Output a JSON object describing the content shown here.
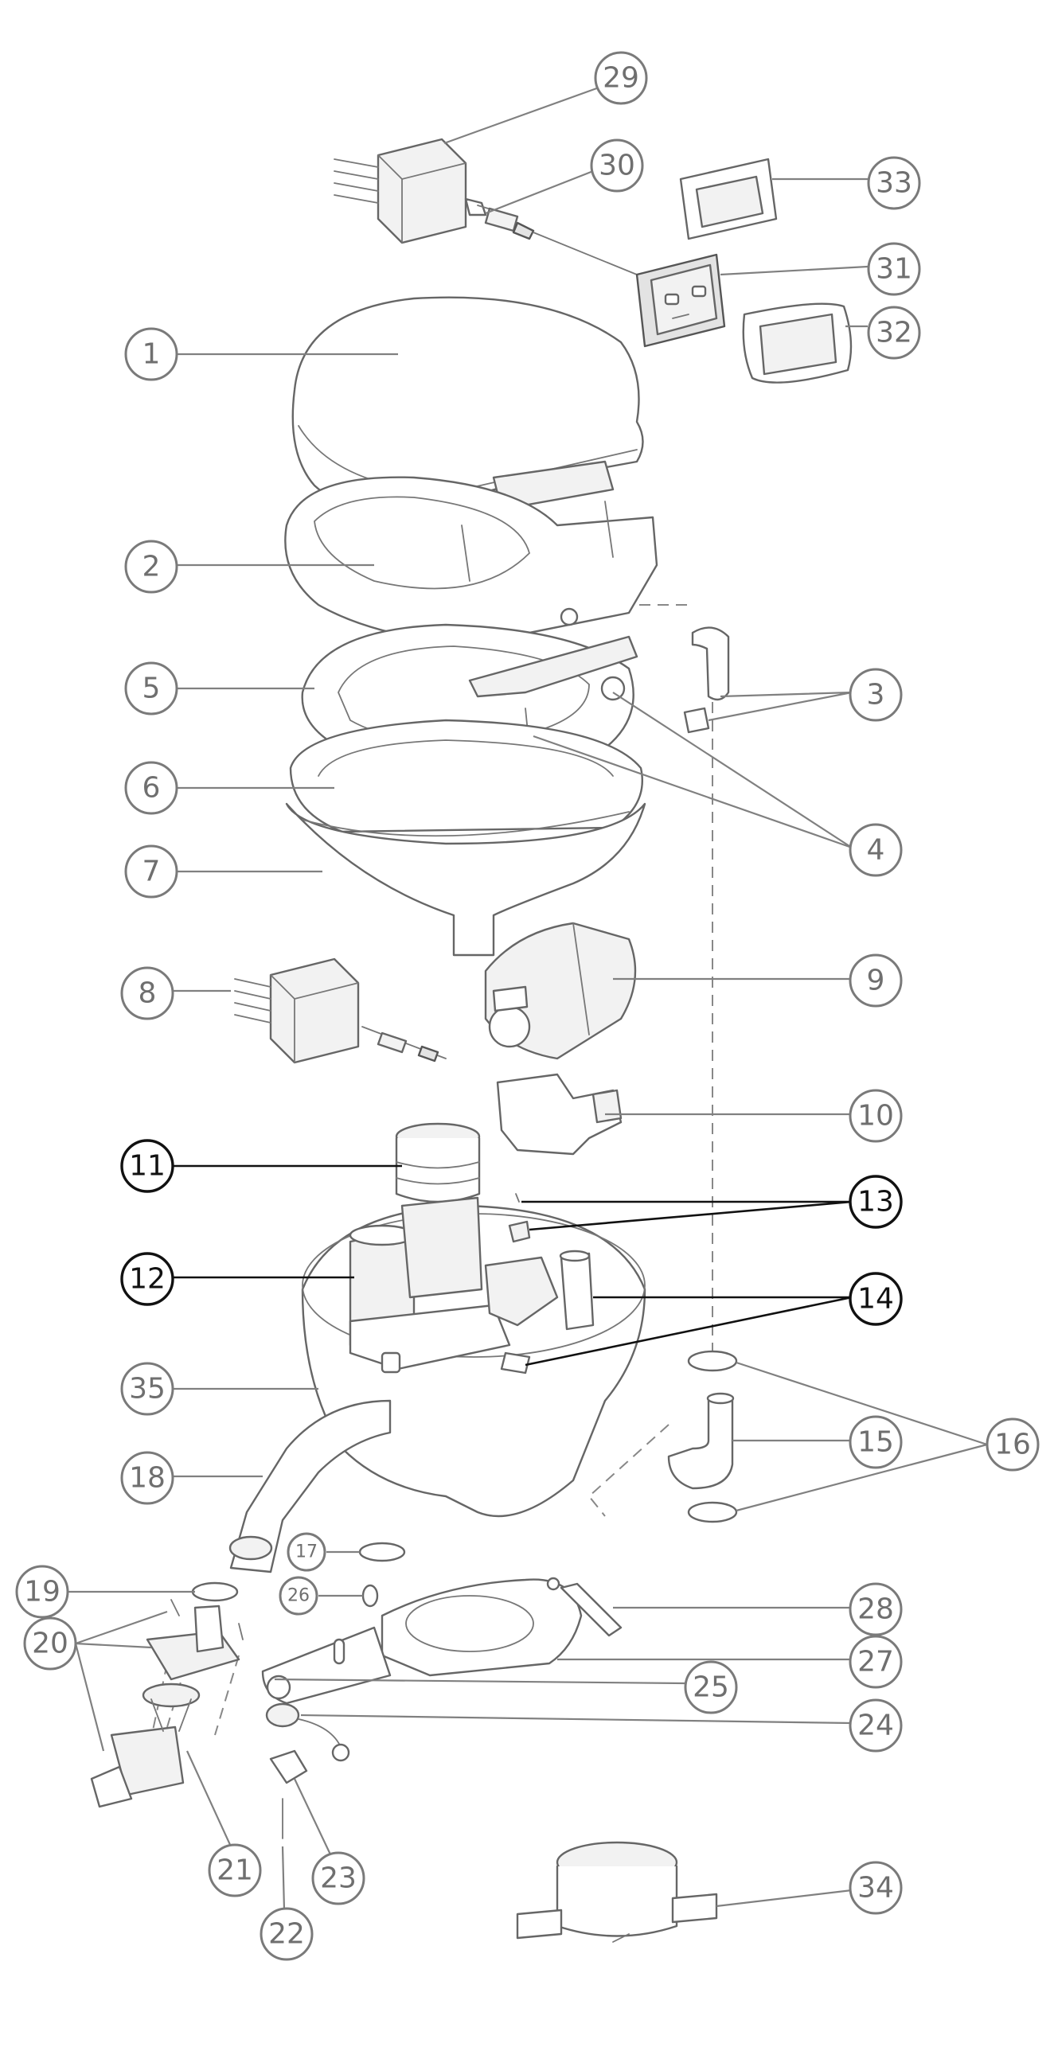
{
  "callouts": [
    {
      "id": "1",
      "label": "1"
    },
    {
      "id": "2",
      "label": "2"
    },
    {
      "id": "3",
      "label": "3"
    },
    {
      "id": "4",
      "label": "4"
    },
    {
      "id": "5",
      "label": "5"
    },
    {
      "id": "6",
      "label": "6"
    },
    {
      "id": "7",
      "label": "7"
    },
    {
      "id": "8",
      "label": "8"
    },
    {
      "id": "9",
      "label": "9"
    },
    {
      "id": "10",
      "label": "10"
    },
    {
      "id": "11",
      "label": "11",
      "emphasis": true
    },
    {
      "id": "12",
      "label": "12",
      "emphasis": true
    },
    {
      "id": "13",
      "label": "13",
      "emphasis": true
    },
    {
      "id": "14",
      "label": "14",
      "emphasis": true
    },
    {
      "id": "15",
      "label": "15"
    },
    {
      "id": "16",
      "label": "16"
    },
    {
      "id": "17",
      "label": "17"
    },
    {
      "id": "18",
      "label": "18"
    },
    {
      "id": "19",
      "label": "19"
    },
    {
      "id": "20",
      "label": "20"
    },
    {
      "id": "21",
      "label": "21"
    },
    {
      "id": "22",
      "label": "22"
    },
    {
      "id": "23",
      "label": "23"
    },
    {
      "id": "24",
      "label": "24"
    },
    {
      "id": "25",
      "label": "25"
    },
    {
      "id": "26",
      "label": "26"
    },
    {
      "id": "27",
      "label": "27"
    },
    {
      "id": "28",
      "label": "28"
    },
    {
      "id": "29",
      "label": "29"
    },
    {
      "id": "30",
      "label": "30"
    },
    {
      "id": "31",
      "label": "31"
    },
    {
      "id": "32",
      "label": "32"
    },
    {
      "id": "33",
      "label": "33"
    },
    {
      "id": "34",
      "label": "34"
    },
    {
      "id": "35",
      "label": "35"
    }
  ],
  "colors": {
    "line": "#666666",
    "callout_normal": "#6f6f6f",
    "callout_emphasis": "#111111",
    "background": "#ffffff"
  }
}
